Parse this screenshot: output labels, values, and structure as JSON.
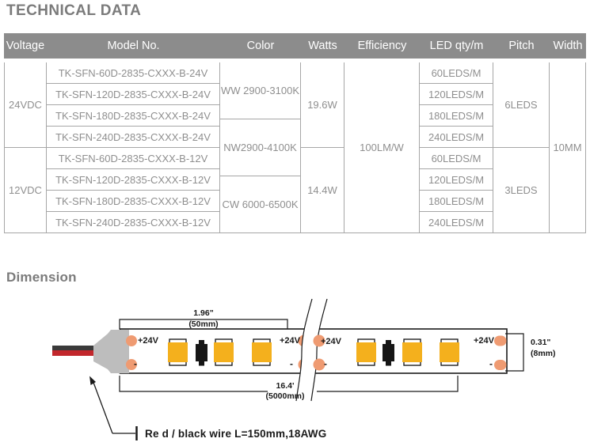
{
  "page": {
    "title": "TECHNICAL DATA",
    "dimension_heading": "Dimension"
  },
  "table": {
    "headers": [
      "Voltage",
      "Model No.",
      "Color",
      "Watts",
      "Efficiency",
      "LED qty/m",
      "Pitch",
      "Width"
    ],
    "voltages": [
      "24VDC",
      "12VDC"
    ],
    "models": [
      "TK-SFN-60D-2835-CXXX-B-24V",
      "TK-SFN-120D-2835-CXXX-B-24V",
      "TK-SFN-180D-2835-CXXX-B-24V",
      "TK-SFN-240D-2835-CXXX-B-24V",
      "TK-SFN-60D-2835-CXXX-B-12V",
      "TK-SFN-120D-2835-CXXX-B-12V",
      "TK-SFN-180D-2835-CXXX-B-12V",
      "TK-SFN-240D-2835-CXXX-B-12V"
    ],
    "color_ranges": [
      "WW 2900-3100K",
      "NW2900-4100K",
      "CW 6000-6500K"
    ],
    "watts": [
      "19.6W",
      "14.4W"
    ],
    "efficiency": "100LM/W",
    "led_qty": [
      "60LEDS/M",
      "120LEDS/M",
      "180LEDS/M",
      "240LEDS/M",
      "60LEDS/M",
      "120LEDS/M",
      "180LEDS/M",
      "240LEDS/M"
    ],
    "pitch": [
      "6LEDS",
      "3LEDS"
    ],
    "strip_width": "10MM"
  },
  "diagram": {
    "segment_length_in": "1.96\"",
    "segment_length_mm": "(50mm)",
    "total_length_ft": "16.4'",
    "total_length_mm": "(5000mm)",
    "strip_width_in": "0.31\"",
    "strip_width_mm": "(8mm)",
    "wire_note": "Re d / black wire L=150mm,18AWG",
    "plus_labels": [
      "+24V",
      "+24V",
      "+24V",
      "+24V"
    ],
    "minus_labels": [
      "-",
      "-",
      "-",
      "-"
    ],
    "colors": {
      "led_chip": "#F4B01D",
      "solder_pad": "#EF9B72",
      "connector": "#BDBDBD",
      "wire_red": "#C2272C",
      "wire_black": "#3A3A3A",
      "header_bg": "#8C8C8C",
      "heading_text": "#7B7B7B"
    }
  }
}
